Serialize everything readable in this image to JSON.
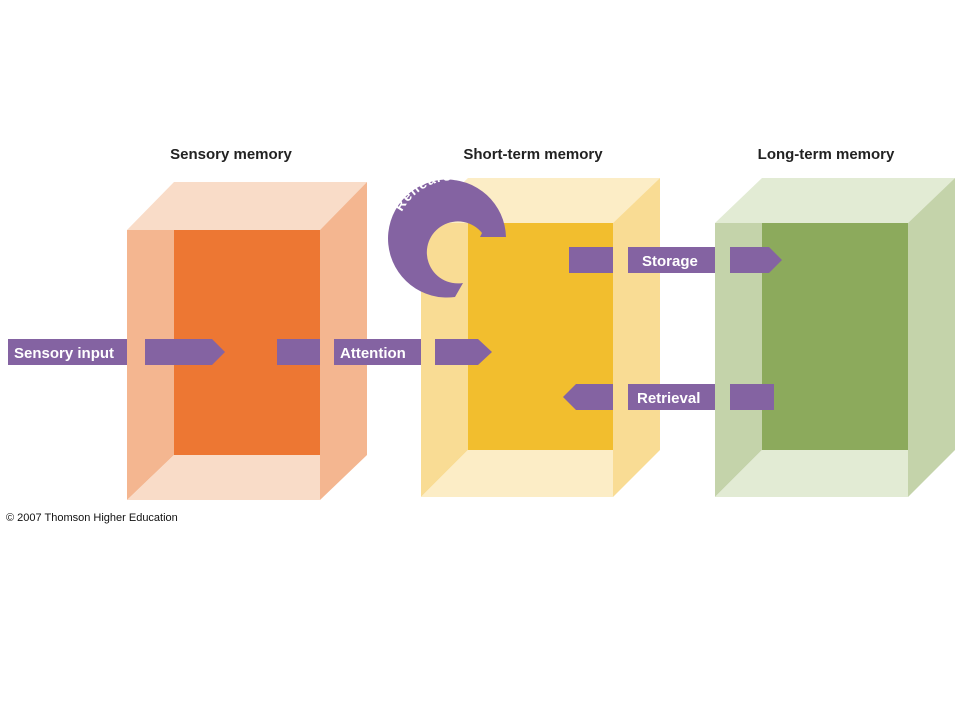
{
  "stages": {
    "sensory": {
      "title": "Sensory memory"
    },
    "short_term": {
      "title": "Short-term memory"
    },
    "long_term": {
      "title": "Long-term memory"
    }
  },
  "arrows": {
    "sensory_input": "Sensory input",
    "attention": "Attention",
    "storage": "Storage",
    "retrieval": "Retrieval",
    "rehearsal": "Rehearsal"
  },
  "footer": {
    "copyright": "© 2007 Thomson Higher Education"
  },
  "colors": {
    "arrow": "#8463a2",
    "sensory_front": "#ed7733",
    "sensory_side": "#f4b690",
    "sensory_top": "#f9dcc8",
    "short_front": "#f2be2e",
    "short_side": "#f9dc94",
    "short_top": "#fcedc6",
    "long_front": "#8caa5c",
    "long_side": "#c4d3aa",
    "long_top": "#e2ebd4"
  }
}
